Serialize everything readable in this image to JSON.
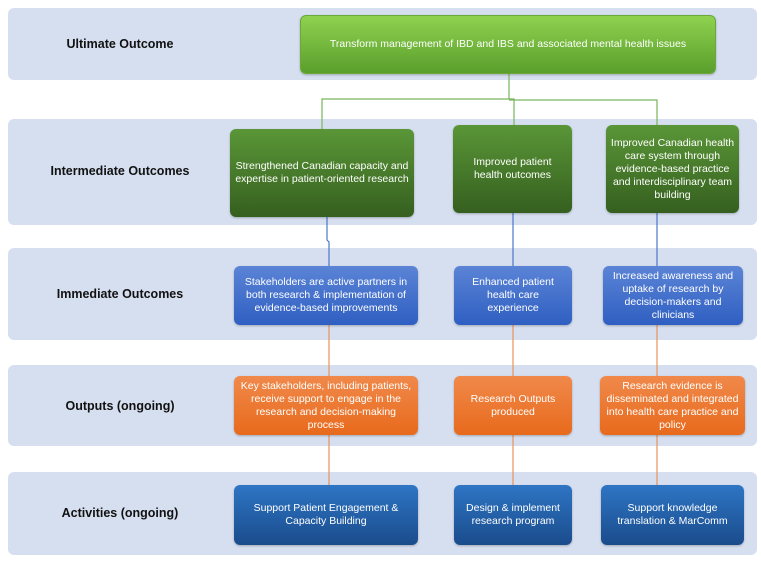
{
  "rows": [
    {
      "label": "Ultimate Outcome",
      "boxes": [
        "Transform management of IBD and IBS and associated mental health issues"
      ]
    },
    {
      "label": "Intermediate Outcomes",
      "boxes": [
        "Strengthened Canadian capacity and expertise in patient-oriented research",
        "Improved patient health outcomes",
        "Improved Canadian health care system through evidence-based practice and interdisciplinary team building"
      ]
    },
    {
      "label": "Immediate Outcomes",
      "boxes": [
        "Stakeholders are active partners in both research & implementation of evidence-based improvements",
        "Enhanced patient health care experience",
        "Increased awareness and uptake of research by decision-makers and clinicians"
      ]
    },
    {
      "label": "Outputs (ongoing)",
      "boxes": [
        "Key stakeholders, including patients, receive support to engage in the research and decision-making process",
        "Research Outputs produced",
        "Research evidence is disseminated and integrated into health care practice and policy"
      ]
    },
    {
      "label": "Activities (ongoing)",
      "boxes": [
        "Support Patient Engagement & Capacity Building",
        "Design & implement research program",
        "Support knowledge translation & MarComm"
      ]
    }
  ],
  "colors": {
    "band": "#d6dff0",
    "ultimate": "#7cc242",
    "intermediate": "#4a7f2c",
    "immediate": "#3f6fcc",
    "outputs": "#ec7a30",
    "activities": "#2363a8"
  }
}
